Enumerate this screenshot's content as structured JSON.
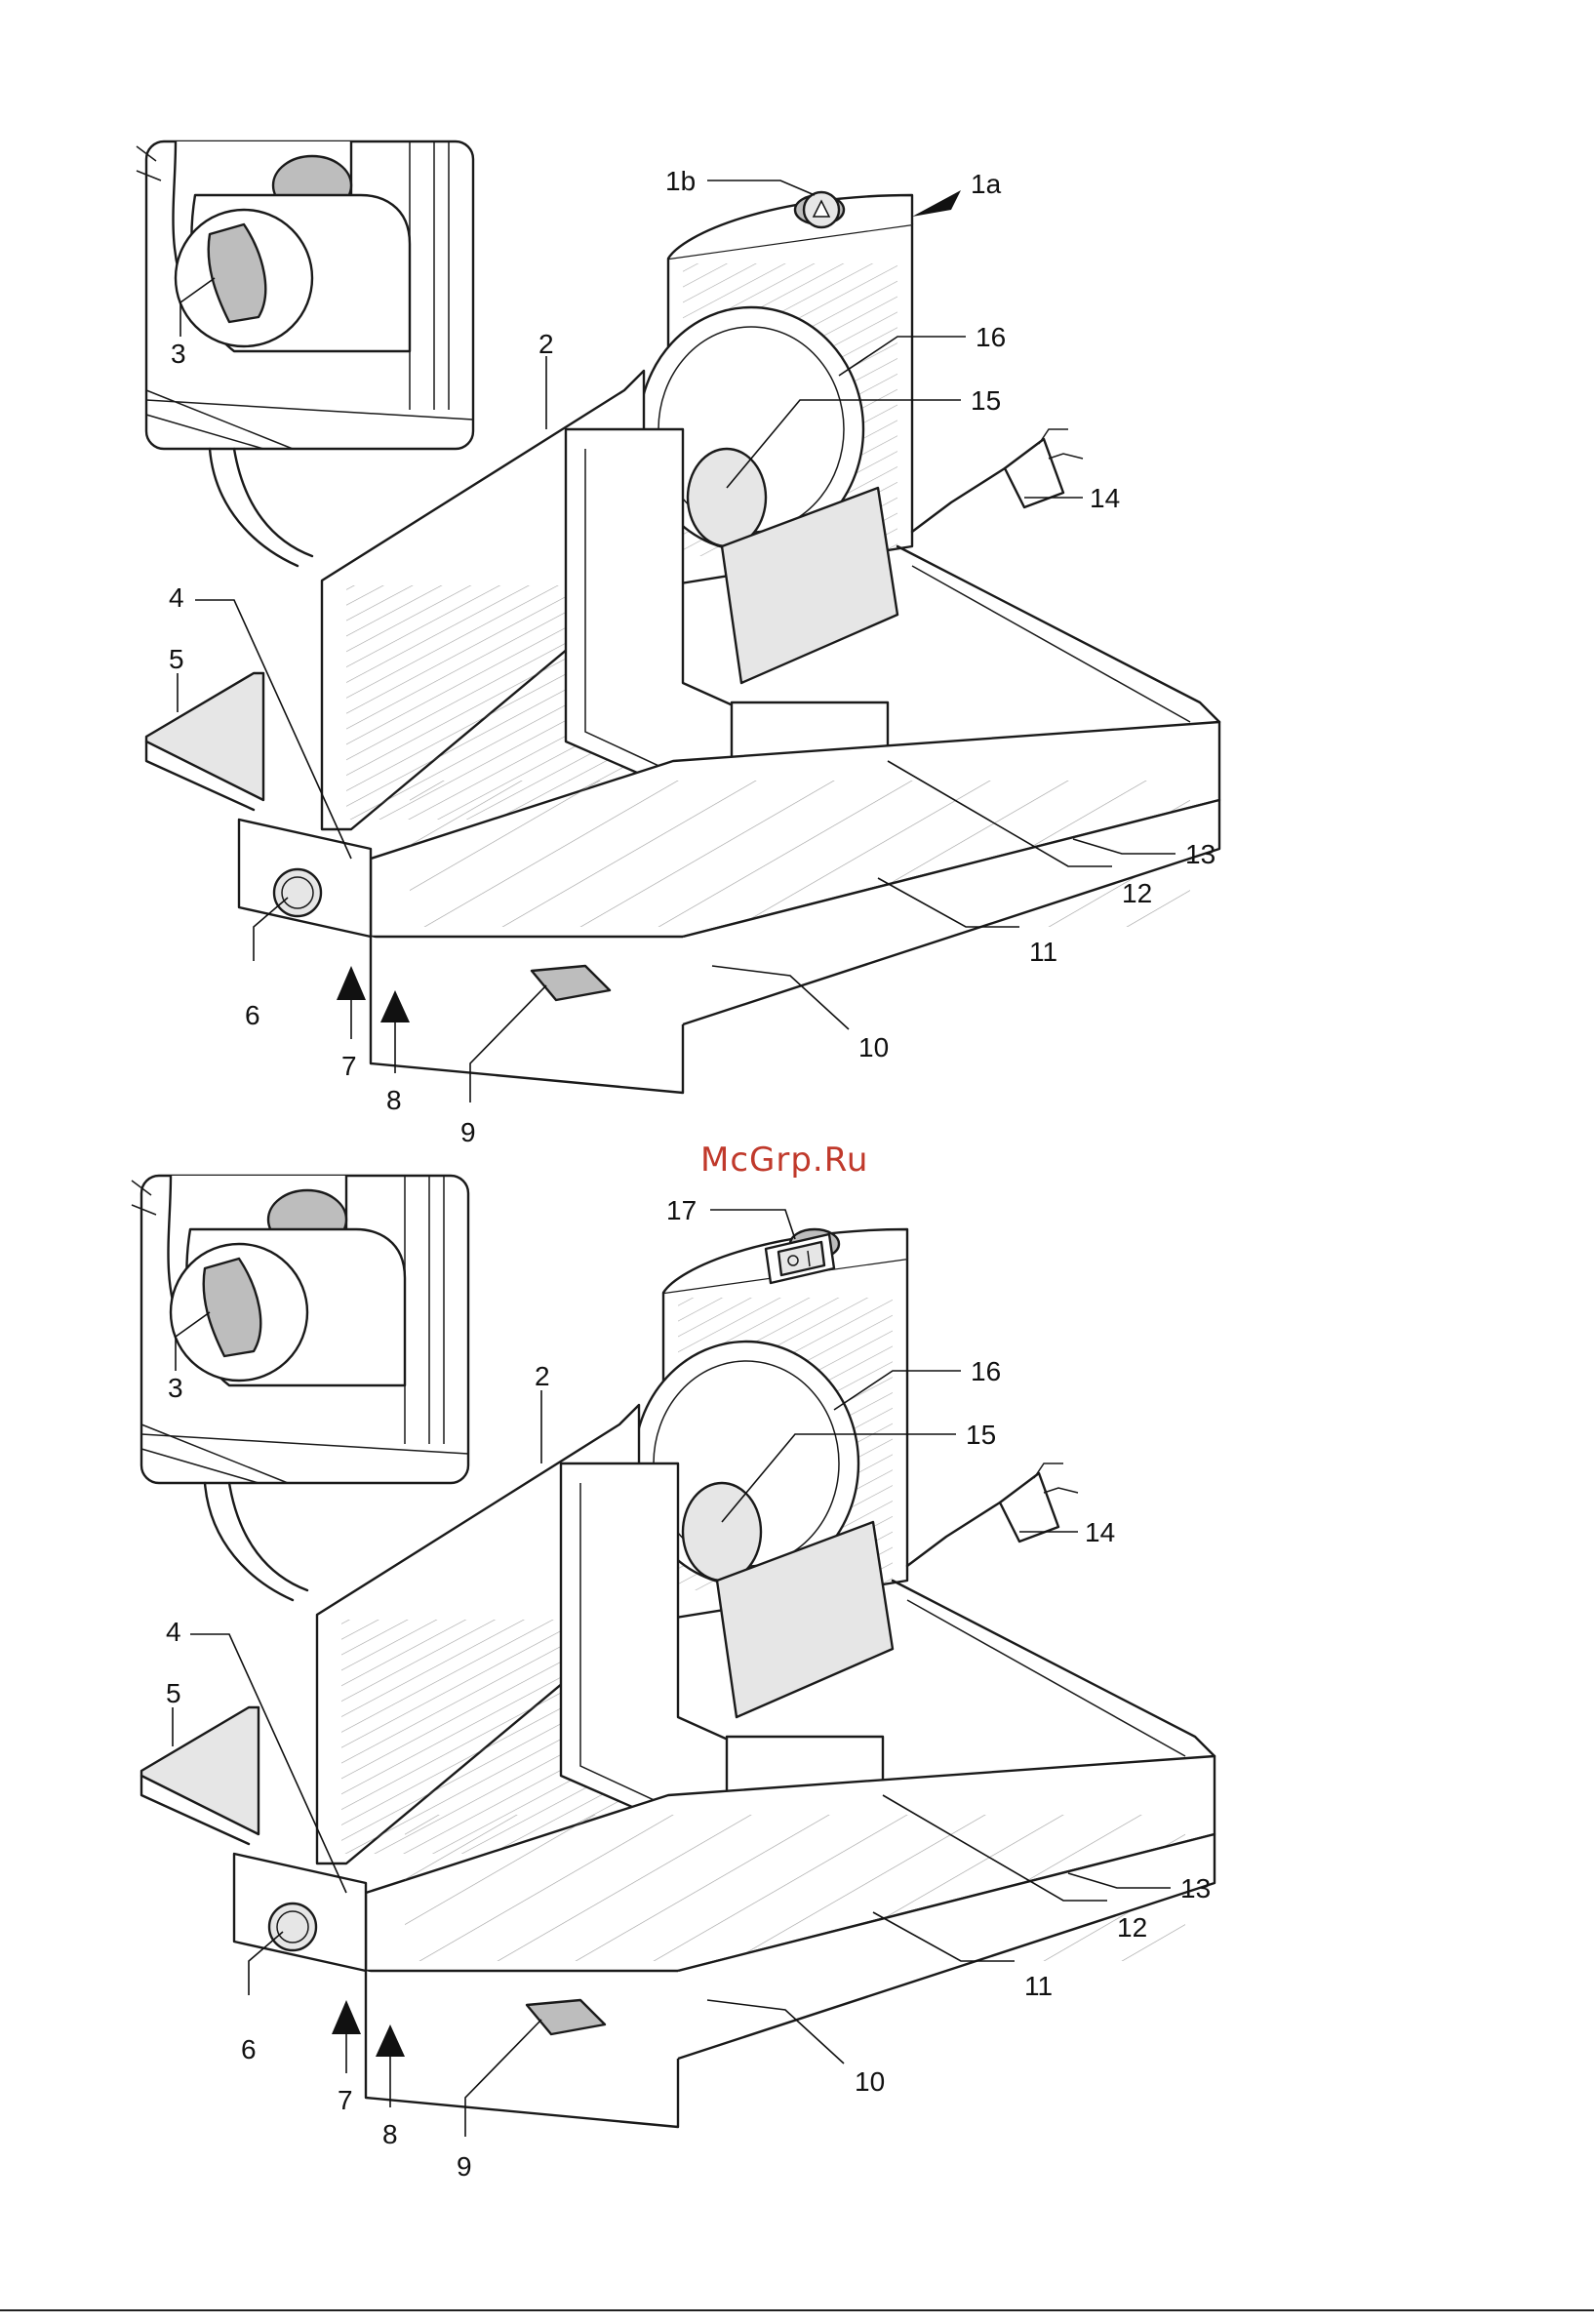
{
  "watermark": "McGrp.Ru",
  "figures": [
    {
      "id": "upper",
      "labels": {
        "l1b": "1b",
        "l1a": "1a",
        "l2": "2",
        "l3": "3",
        "l4": "4",
        "l5": "5",
        "l6": "6",
        "l7": "7",
        "l8": "8",
        "l9": "9",
        "l10": "10",
        "l11": "11",
        "l12": "12",
        "l13": "13",
        "l14": "14",
        "l15": "15",
        "l16": "16"
      }
    },
    {
      "id": "lower",
      "labels": {
        "l17": "17",
        "l2": "2",
        "l3": "3",
        "l4": "4",
        "l5": "5",
        "l6": "6",
        "l7": "7",
        "l8": "8",
        "l9": "9",
        "l10": "10",
        "l11": "11",
        "l12": "12",
        "l13": "13",
        "l14": "14",
        "l15": "15",
        "l16": "16"
      }
    }
  ],
  "icons": [
    "power-button-icon",
    "rocker-switch-icon",
    "plug-icon",
    "direction-arrow-icon"
  ]
}
